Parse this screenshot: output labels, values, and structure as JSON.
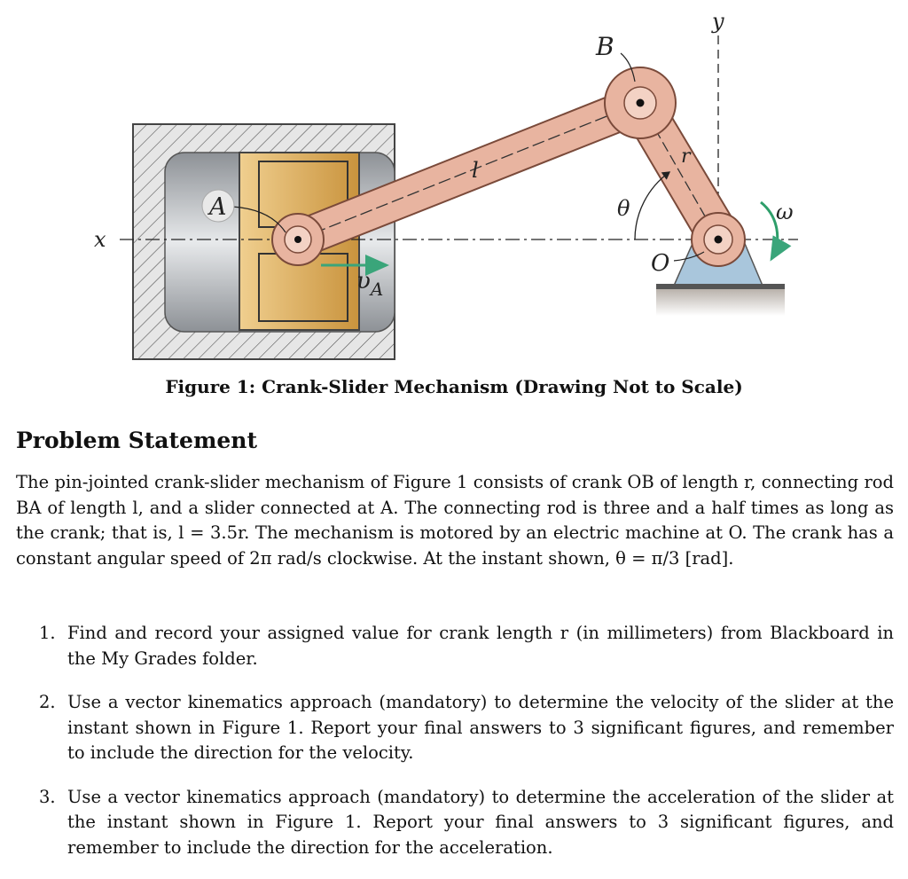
{
  "figure": {
    "labels": {
      "x": "x",
      "y": "y",
      "A": "A",
      "B": "B",
      "O": "O",
      "l": "l",
      "r": "r",
      "theta": "θ",
      "omega": "ω",
      "vA": "υ",
      "vA_sub": "A"
    },
    "colors": {
      "link": "#e8b4a0",
      "link_stroke": "#7a4a3a",
      "slider": "#d9a95c",
      "housing": "#bfc3c7",
      "support": "#a9c6dc",
      "velocity_arrow": "#3aa57a",
      "omega_arrow": "#2e9e6a"
    }
  },
  "caption": "Figure 1: Crank-Slider Mechanism (Drawing Not to Scale)",
  "section_title": "Problem Statement",
  "problem": {
    "text": "The pin-jointed crank-slider mechanism of Figure 1 consists of crank OB of length r, connecting rod BA of length l, and a slider connected at A. The connecting rod is three and a half times as long as the crank; that is, l = 3.5r. The mechanism is motored by an electric machine at O. The crank has a constant angular speed of 2π rad/s clockwise. At the instant shown, θ = π/3 [rad]."
  },
  "tasks": [
    {
      "num": "1.",
      "text": "Find and record your assigned value for crank length r (in millimeters) from Blackboard in the My Grades folder."
    },
    {
      "num": "2.",
      "text": "Use a vector kinematics approach (mandatory) to determine the velocity of the slider at the instant shown in Figure 1. Report your final answers to 3 significant figures, and remember to include the direction for the velocity."
    },
    {
      "num": "3.",
      "text": "Use a vector kinematics approach (mandatory) to determine the acceleration of the slider at the instant shown in Figure 1. Report your final answers to 3 significant figures, and remember to include the direction for the acceleration."
    }
  ]
}
